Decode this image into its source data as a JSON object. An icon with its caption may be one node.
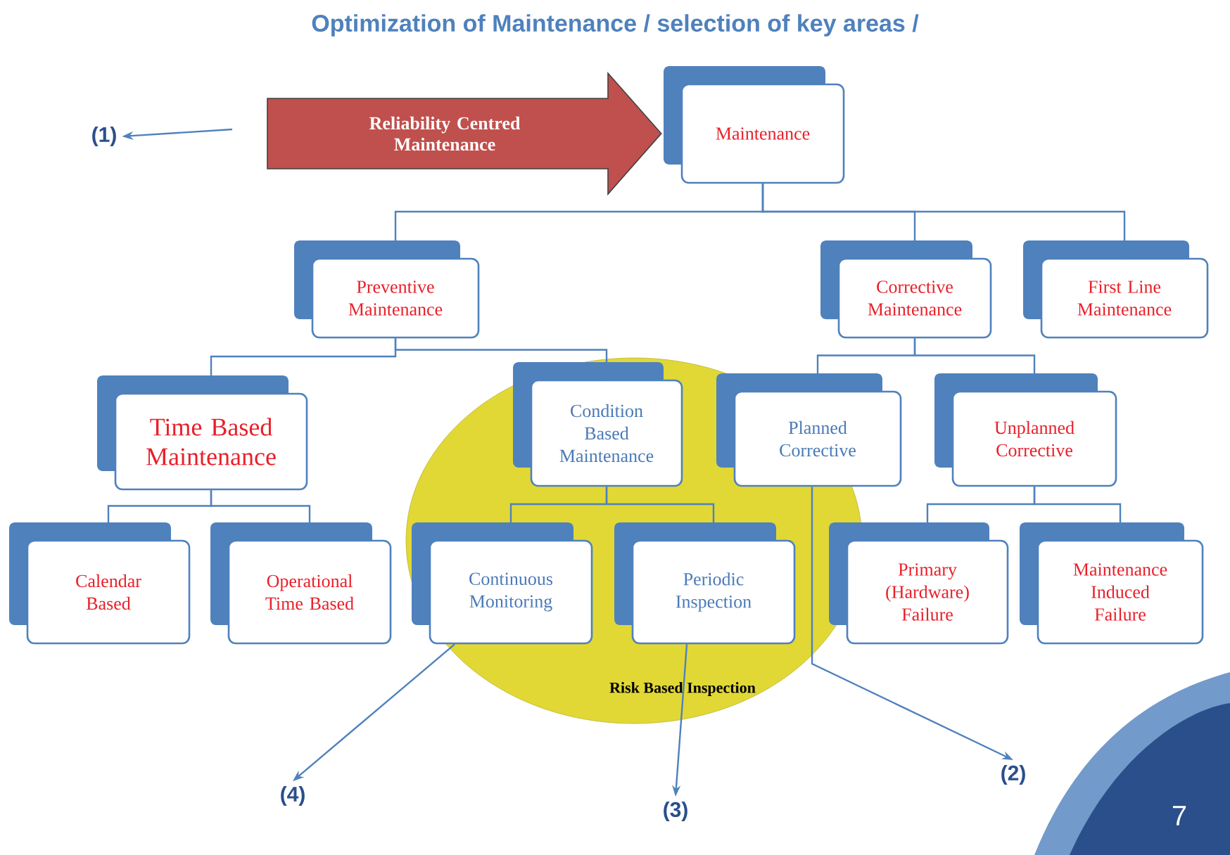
{
  "diagram": {
    "title": "Optimization of Maintenance / selection of key areas /",
    "nodes": [
      {
        "text": [
          "Maintenance"
        ]
      },
      {
        "text": [
          "Preventive Maintenance"
        ]
      },
      {
        "text": [
          "Corrective Maintenance"
        ]
      },
      {
        "text": [
          "First Line Maintenance"
        ]
      },
      {
        "text": [
          "Time Based Maintenance"
        ]
      },
      {
        "text": [
          "Condition Based Maintenance"
        ],
        "in": 14
      },
      {
        "text": [
          "Planned Corrective"
        ]
      },
      {
        "text": [
          "Unplanned Corrective"
        ]
      },
      {
        "text": [
          "Calendar Based"
        ]
      },
      {
        "text": [
          "Operational Time Based"
        ]
      },
      {
        "text": [
          "Continuous Monitoring"
        ],
        "in": 14
      },
      {
        "text": [
          "Periodic Inspection"
        ],
        "in": 14
      },
      {
        "text": [
          "Primary (Hardware) Failure"
        ]
      },
      {
        "text": [
          "Maintenance Induced Failure"
        ]
      },
      {
        "text": [
          "Risk Based Inspection"
        ]
      },
      {
        "text": [
          "(1)"
        ]
      },
      {
        "text": [
          "(2)"
        ]
      },
      {
        "text": [
          "(3)"
        ]
      },
      {
        "text": [
          "(4)"
        ]
      }
    ],
    "edges": [
      {
        "from": 0,
        "to": 1,
        "arrow": "none"
      },
      {
        "from": 0,
        "to": 2,
        "arrow": "none"
      },
      {
        "from": 0,
        "to": 3,
        "arrow": "none"
      },
      {
        "from": 1,
        "to": 4,
        "arrow": "none"
      },
      {
        "from": 1,
        "to": 5,
        "arrow": "none"
      },
      {
        "from": 2,
        "to": 6,
        "arrow": "none"
      },
      {
        "from": 2,
        "to": 7,
        "arrow": "none"
      },
      {
        "from": 4,
        "to": 8,
        "arrow": "none"
      },
      {
        "from": 4,
        "to": 9,
        "arrow": "none"
      },
      {
        "from": 5,
        "to": 10,
        "arrow": "none"
      },
      {
        "from": 5,
        "to": 11,
        "arrow": "none"
      },
      {
        "from": 7,
        "to": 12,
        "arrow": "none"
      },
      {
        "from": 7,
        "to": 13,
        "arrow": "none"
      },
      {
        "from": null,
        "to": 15,
        "arrow": "to"
      },
      {
        "from": 6,
        "to": 16,
        "arrow": "to"
      },
      {
        "from": 11,
        "to": 17,
        "arrow": "to"
      },
      {
        "from": 10,
        "to": 18,
        "arrow": "to"
      },
      {
        "from": null,
        "to": 0,
        "arrow": "to",
        "label": "Reliability Centred Maintenance",
        "style": "thick",
        "color": "#c0504d"
      }
    ],
    "labels": [
      "7"
    ]
  }
}
